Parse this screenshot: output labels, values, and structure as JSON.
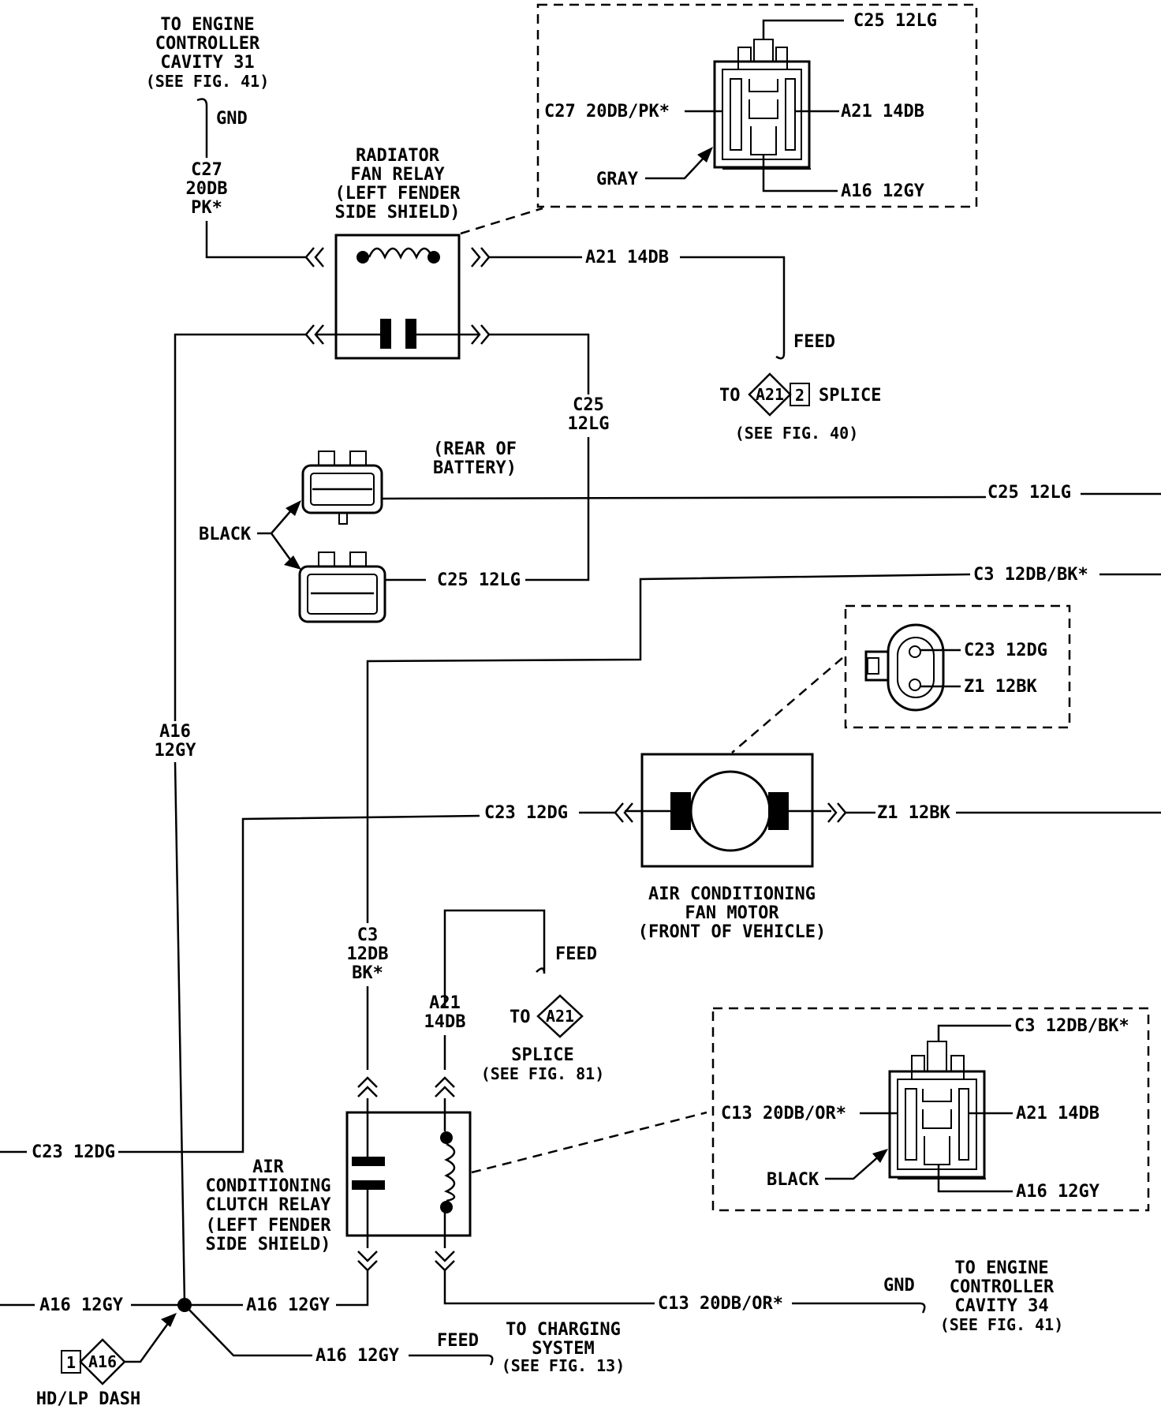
{
  "components": {
    "radiator_fan_relay": {
      "label": [
        "RADIATOR",
        "FAN RELAY",
        "(LEFT FENDER",
        "SIDE SHIELD)"
      ]
    },
    "battery_connector": {
      "label": [
        "(REAR OF",
        "BATTERY)"
      ],
      "color": "BLACK"
    },
    "ac_fan_motor": {
      "label": [
        "AIR CONDITIONING",
        "FAN MOTOR",
        "(FRONT OF VEHICLE)"
      ]
    },
    "ac_clutch_relay": {
      "label": [
        "AIR",
        "CONDITIONING",
        "CLUTCH RELAY",
        "(LEFT FENDER",
        "SIDE SHIELD)"
      ]
    }
  },
  "connector_views": {
    "fan_relay": {
      "top": "C25 12LG",
      "left": "C27 20DB/PK*",
      "right": "A21 14DB",
      "bottom": "A16 12GY",
      "color": "GRAY"
    },
    "fan_motor": {
      "top": "C23 12DG",
      "bottom": "Z1 12BK"
    },
    "clutch_relay": {
      "top": "C3 12DB/BK*",
      "left": "C13 20DB/OR*",
      "right": "A21 14DB",
      "bottom": "A16 12GY",
      "color": "BLACK"
    }
  },
  "wires": {
    "c27_vertical": [
      "C27",
      "20DB",
      "PK*"
    ],
    "a21_fan_relay": "A21 14DB",
    "c25_vertical": [
      "C25",
      "12LG"
    ],
    "a16_vertical": [
      "A16",
      "12GY"
    ],
    "c25_right": "C25 12LG",
    "c25_lower": "C25 12LG",
    "c3_right": "C3 12DB/BK*",
    "c23_motor": "C23 12DG",
    "z1_motor": "Z1 12BK",
    "c3_vertical": [
      "C3",
      "12DB",
      "BK*"
    ],
    "a21_clutch": [
      "A21",
      "14DB"
    ],
    "c23_left": "C23 12DG",
    "a16_left": "A16 12GY",
    "a16_to_clutch": "A16 12GY",
    "a16_to_charging": "A16 12GY",
    "c13_to_controller": "C13 20DB/OR*"
  },
  "references": {
    "engine_controller_31": [
      "TO ENGINE",
      "CONTROLLER",
      "CAVITY 31",
      "(SEE FIG. 41)"
    ],
    "gnd_top": "GND",
    "feed_top": "FEED",
    "splice_a21_top": {
      "prefix": "TO",
      "id": "A21",
      "num": "2",
      "suffix": "SPLICE",
      "see": "(SEE FIG. 40)"
    },
    "feed_mid": "FEED",
    "splice_a21_mid": {
      "prefix": "TO",
      "id": "A21",
      "suffix": "SPLICE",
      "see": "(SEE FIG. 81)"
    },
    "gnd_bottom": "GND",
    "engine_controller_34": [
      "TO ENGINE",
      "CONTROLLER",
      "CAVITY 34",
      "(SEE FIG. 41)"
    ],
    "feed_bottom": "FEED",
    "charging_system": [
      "TO CHARGING",
      "SYSTEM",
      "(SEE FIG. 13)"
    ],
    "hd_lp_dash": {
      "num": "1",
      "id": "A16",
      "label": "HD/LP DASH"
    }
  }
}
